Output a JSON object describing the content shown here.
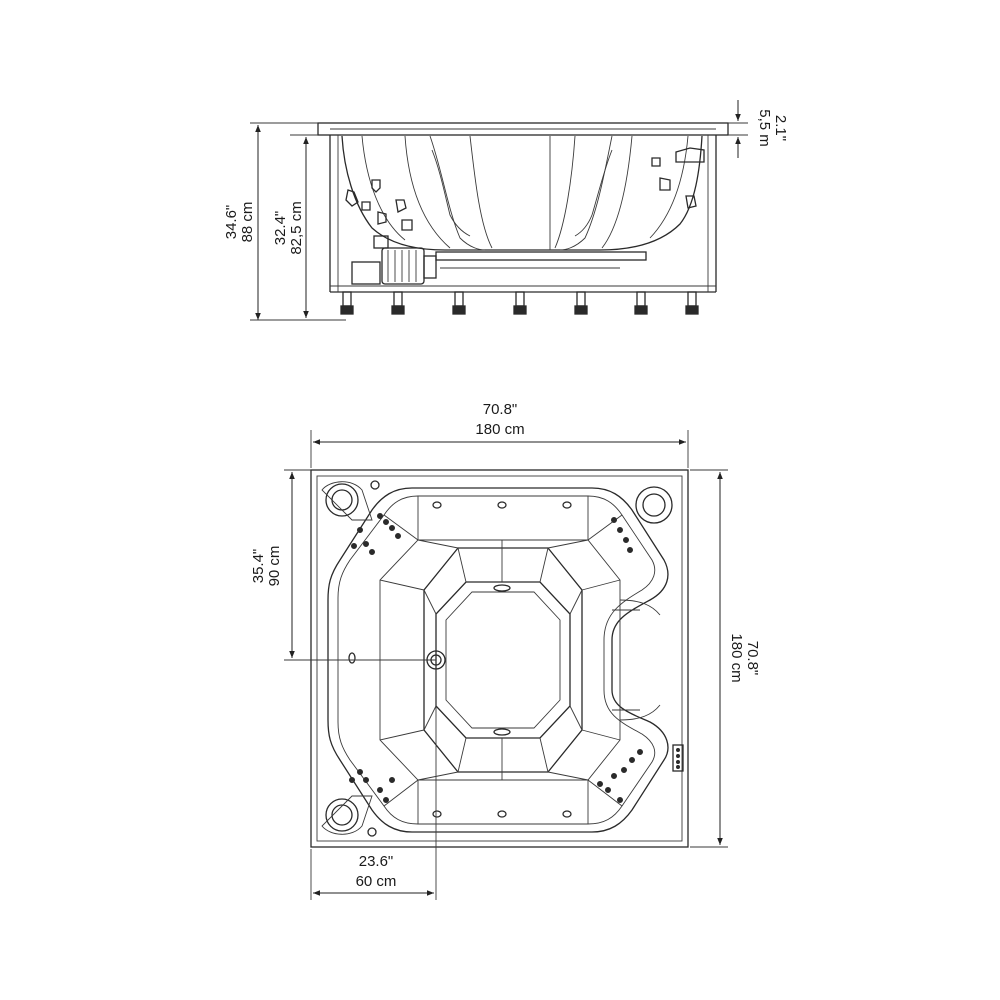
{
  "side_view": {
    "top_rim_in": "2.1\"",
    "top_rim_cm": "5,5 m",
    "total_height_in": "34.6\"",
    "total_height_cm": "88 cm",
    "inner_height_in": "32.4\"",
    "inner_height_cm": "82,5 cm"
  },
  "top_view": {
    "width_in": "70.8\"",
    "width_cm": "180 cm",
    "depth_in": "70.8\"",
    "depth_cm": "180 cm",
    "drain_offset_y_in": "35.4\"",
    "drain_offset_y_cm": "90 cm",
    "drain_offset_x_in": "23.6\"",
    "drain_offset_x_cm": "60 cm"
  }
}
